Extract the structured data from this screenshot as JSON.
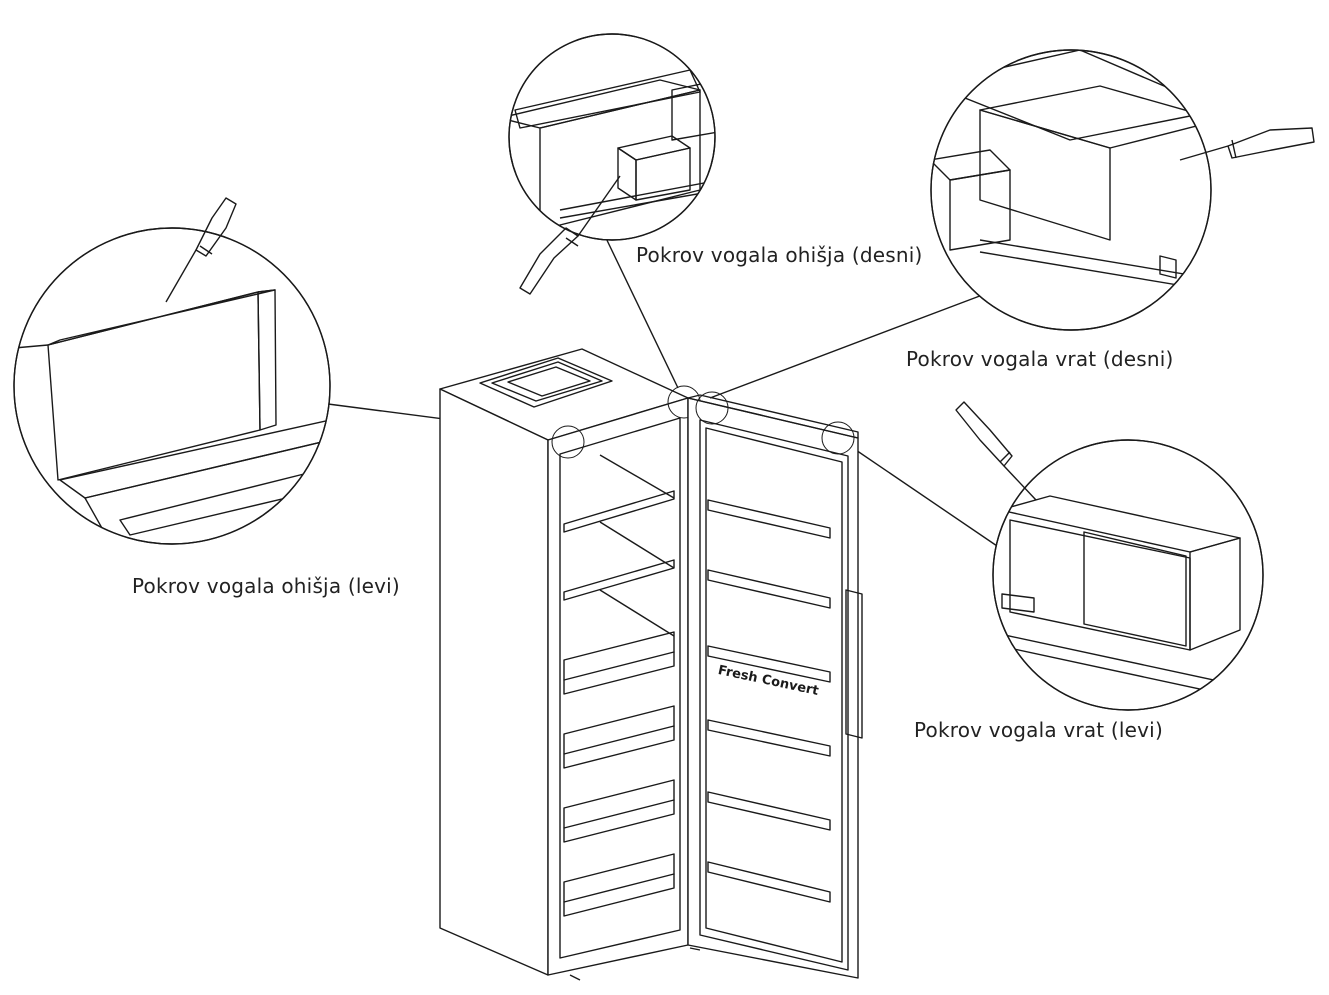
{
  "labels": {
    "cabinet_corner_right": "Pokrov vogala ohišja (desni)",
    "door_corner_right": "Pokrov vogala vrat (desni)",
    "cabinet_corner_left": "Pokrov vogala ohišja (levi)",
    "door_corner_left": "Pokrov vogala vrat (levi)"
  },
  "door_brand_text": "Fresh Convert",
  "icons": [
    "screwdriver-icon",
    "refrigerator-illustration",
    "magnifier-circle"
  ],
  "colors": {
    "line": "#1a1a1a",
    "background": "#ffffff",
    "label_text": "#222222"
  }
}
